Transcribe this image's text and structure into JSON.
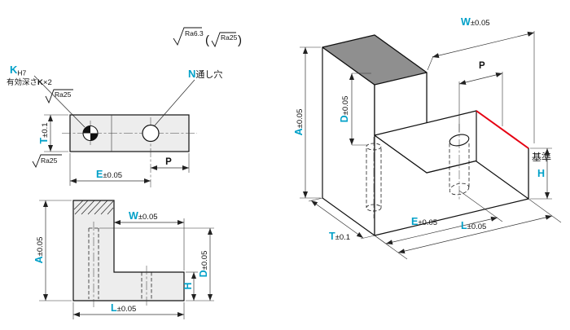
{
  "colors": {
    "accent": "#00a0c8",
    "datum_red": "#e60012",
    "top_face_gray": "#8f8f8f",
    "body_fill": "#ededed"
  },
  "surface_finish": {
    "top_primary": "Ra6.3",
    "paren_open": "(",
    "top_secondary": "Ra25",
    "paren_close": ")",
    "upper_left": "Ra25",
    "lower_left": "Ra25"
  },
  "front_view": {
    "hole_k_letter": "K",
    "hole_k_class": "H7",
    "hole_k_note_pre": "有効深さ",
    "hole_k_note_var": "K",
    "hole_k_note_post": "×2",
    "hole_n_letter": "N",
    "hole_n_note": "通し穴",
    "dim_t_letter": "T",
    "dim_t_tol": "±0.1",
    "dim_e_letter": "E",
    "dim_e_tol": "±0.05",
    "dim_p": "P"
  },
  "side_view": {
    "dim_w_letter": "W",
    "dim_w_tol": "±0.05",
    "dim_a_letter": "A",
    "dim_a_tol": "±0.05",
    "dim_d_letter": "D",
    "dim_d_tol": "±0.05",
    "dim_h": "H",
    "dim_l_letter": "L",
    "dim_l_tol": "±0.05"
  },
  "iso_view": {
    "dim_w_letter": "W",
    "dim_w_tol": "±0.05",
    "dim_p": "P",
    "dim_a_letter": "A",
    "dim_a_tol": "±0.05",
    "dim_d_letter": "D",
    "dim_d_tol": "±0.05",
    "dim_h": "H",
    "dim_e_letter": "E",
    "dim_e_tol": "±0.05",
    "dim_l_letter": "L",
    "dim_l_tol": "±0.05",
    "dim_t_letter": "T",
    "dim_t_tol": "±0.1",
    "datum_label": "基準"
  }
}
